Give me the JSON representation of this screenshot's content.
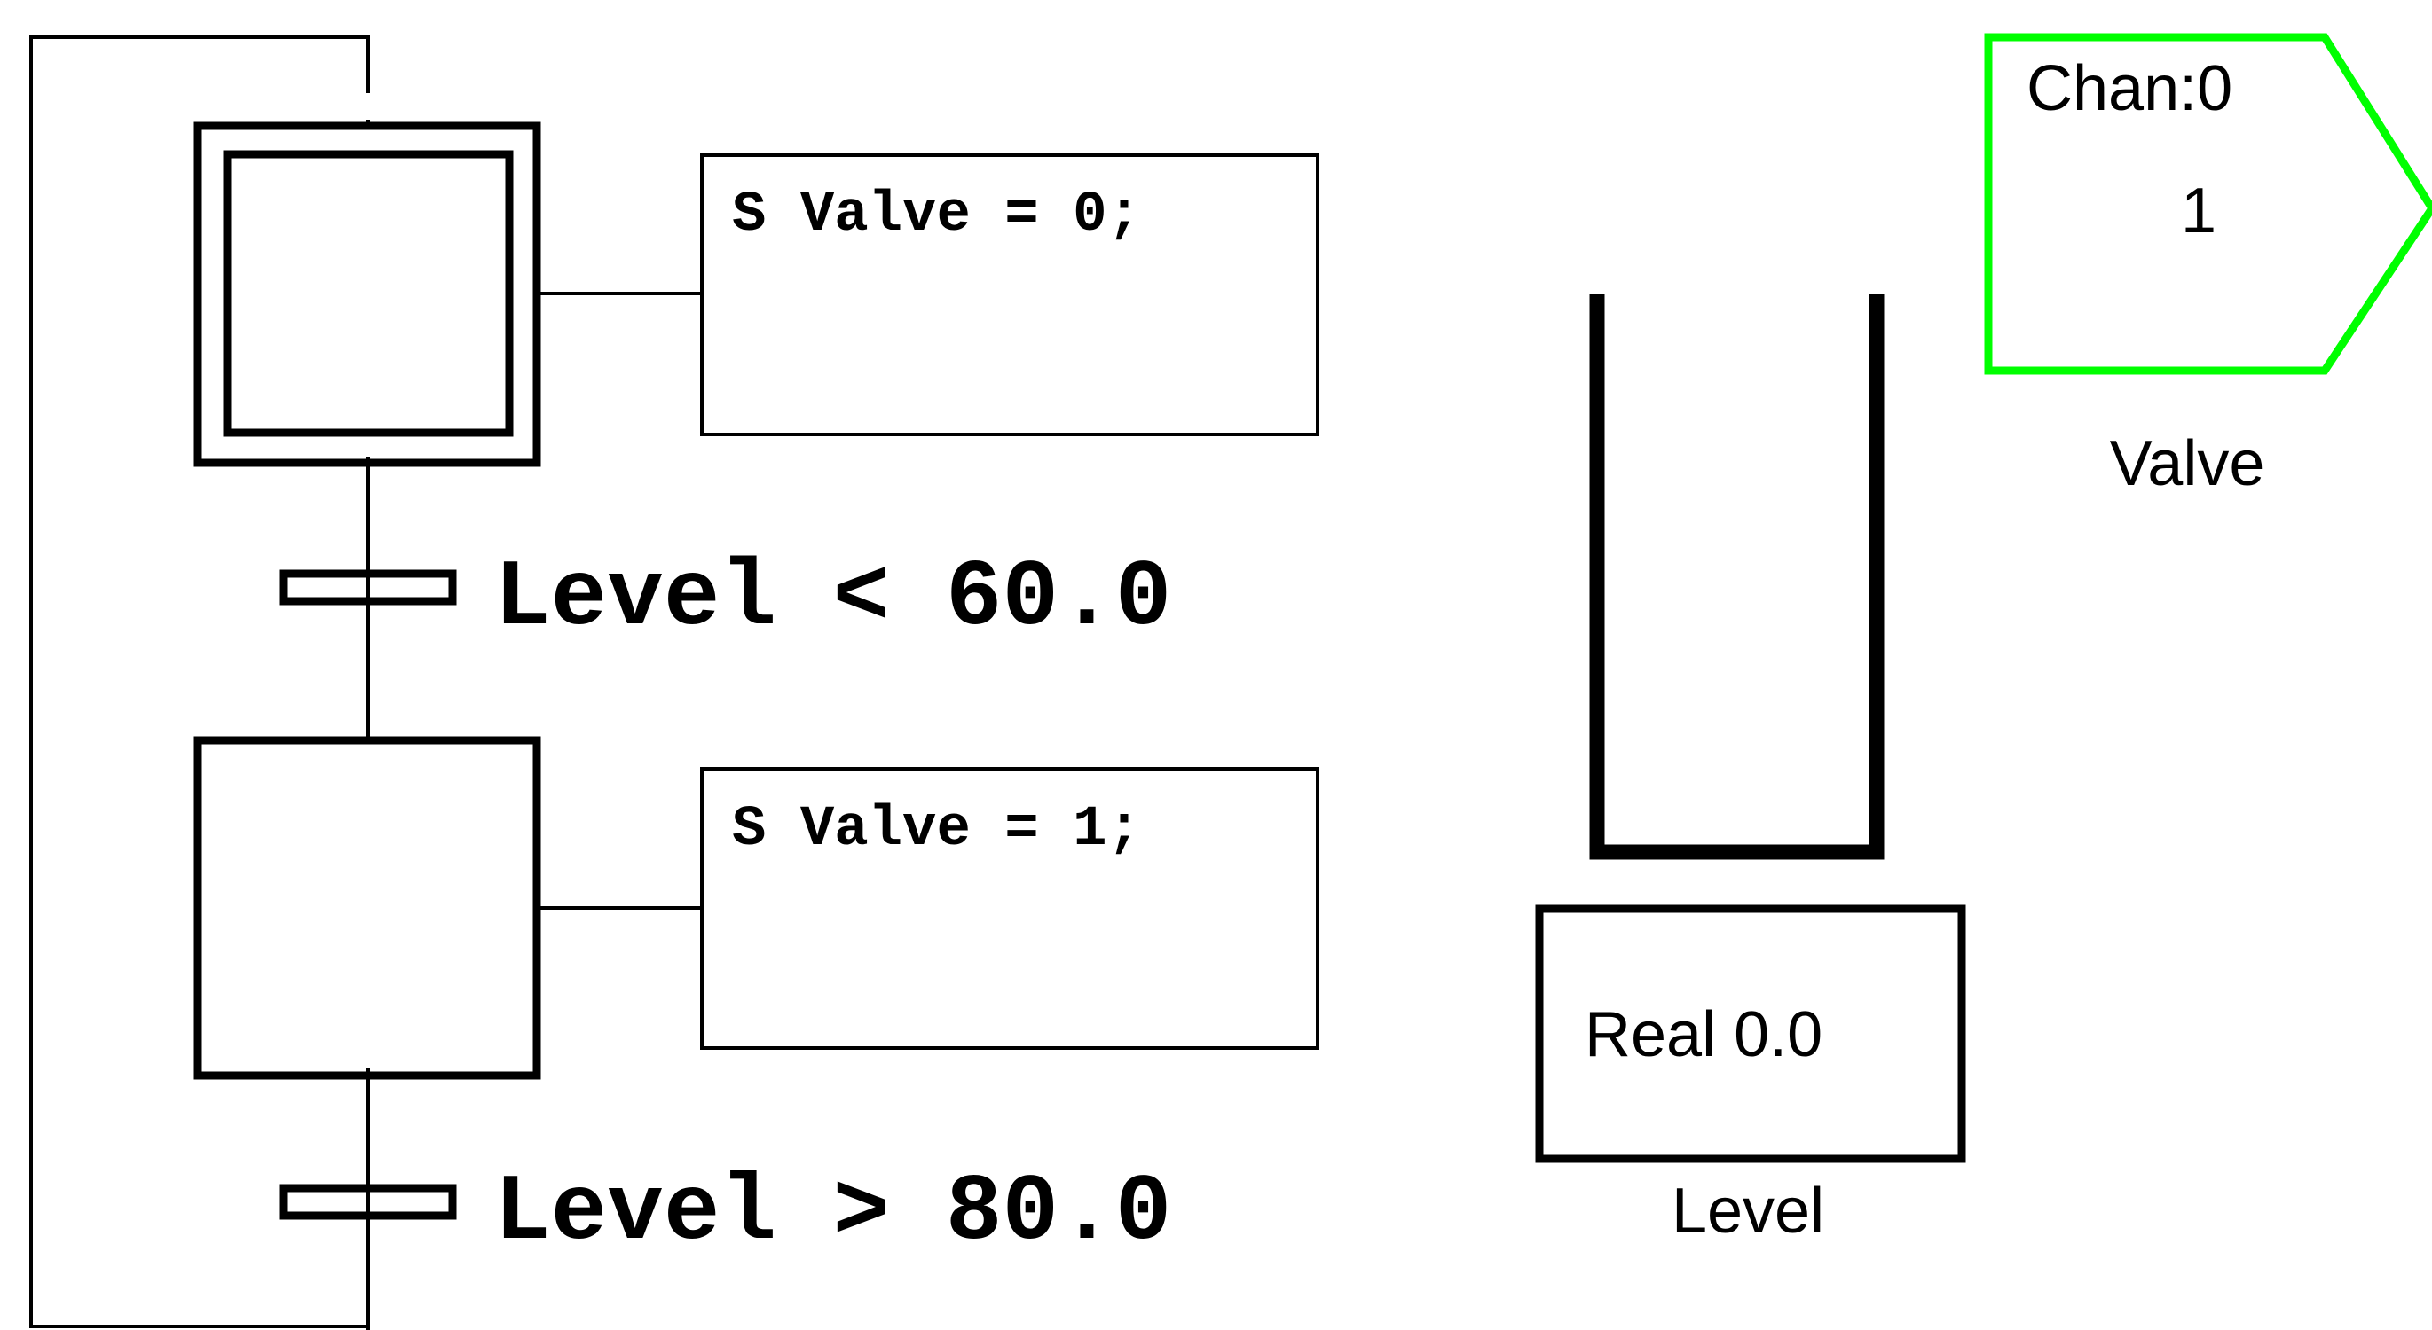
{
  "steps": [
    {
      "id": "initial-step",
      "initial": true,
      "action": "S Valve = 0;"
    },
    {
      "id": "step-2",
      "initial": false,
      "action": "S Valve = 1;"
    }
  ],
  "transitions": [
    {
      "condition": "Level < 60.0"
    },
    {
      "condition": "Level > 80.0"
    }
  ],
  "tank": {
    "display_text": "Real 0.0",
    "label": "Level"
  },
  "valve_output": {
    "channel_text": "Chan:0",
    "value": "1",
    "label": "Valve",
    "outline_color": "#00ff00"
  }
}
